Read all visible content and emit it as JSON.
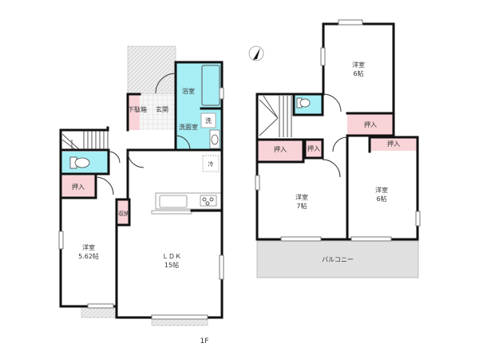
{
  "floor_label": "1F",
  "colors": {
    "wet_area": "#a8eef5",
    "storage": "#f8d4d8",
    "balcony": "#e0e0e0",
    "hatch": "#e6e6e6",
    "wall": "#111111"
  },
  "compass": {
    "icon": "north-arrow-icon"
  },
  "floor1": {
    "rooms": [
      {
        "id": "bathroom",
        "name": "浴室"
      },
      {
        "id": "washroom",
        "name": "洗面室"
      },
      {
        "id": "washer",
        "name": "洗"
      },
      {
        "id": "shoe-cabinet",
        "name": "下駄箱"
      },
      {
        "id": "entrance",
        "name": "玄関"
      },
      {
        "id": "closet-1f",
        "name": "押入"
      },
      {
        "id": "storage",
        "name": "収納"
      },
      {
        "id": "fridge",
        "name": "冷"
      },
      {
        "id": "western-room-1f",
        "name": "洋室",
        "size": "5.62帖"
      },
      {
        "id": "ldk",
        "name": "ＬＤＫ",
        "size": "15帖"
      }
    ]
  },
  "floor2": {
    "rooms": [
      {
        "id": "western-room-north",
        "name": "洋室",
        "size": "6帖"
      },
      {
        "id": "western-room-7",
        "name": "洋室",
        "size": "7帖"
      },
      {
        "id": "western-room-6",
        "name": "洋室",
        "size": "6帖"
      },
      {
        "id": "closet-a",
        "name": "押入"
      },
      {
        "id": "closet-b",
        "name": "押入"
      },
      {
        "id": "closet-c",
        "name": "押入"
      },
      {
        "id": "closet-d",
        "name": "押入"
      },
      {
        "id": "balcony",
        "name": "バルコニー"
      }
    ]
  }
}
